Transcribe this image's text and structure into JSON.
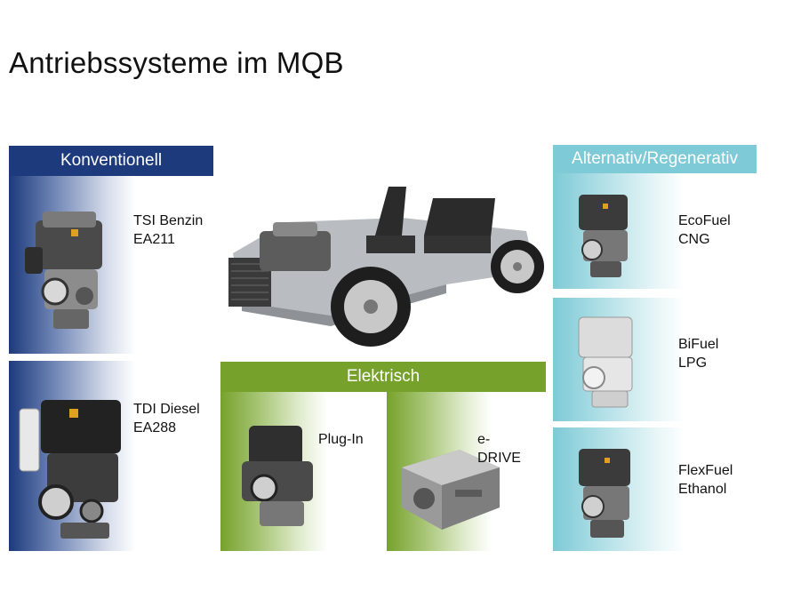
{
  "slide": {
    "title": "Antriebssysteme im MQB"
  },
  "colors": {
    "navy": "#1c3a7c",
    "green": "#76a22c",
    "cyan": "#7ecad6"
  },
  "conventional": {
    "header": "Konventionell",
    "items": [
      {
        "line1": "TSI Benzin",
        "line2": "EA211",
        "icon": "engine-icon"
      },
      {
        "line1": "TDI Diesel",
        "line2": "EA288",
        "icon": "engine-icon"
      }
    ]
  },
  "electric": {
    "header": "Elektrisch",
    "items": [
      {
        "line1": "Plug-In",
        "line2": "",
        "icon": "engine-icon"
      },
      {
        "line1": "e-",
        "line2": "DRIVE",
        "icon": "electric-motor-icon"
      }
    ]
  },
  "alternative": {
    "header": "Alternativ/Regenerativ",
    "items": [
      {
        "line1": "EcoFuel",
        "line2": "CNG",
        "icon": "engine-icon"
      },
      {
        "line1": "BiFuel",
        "line2": "LPG",
        "icon": "engine-icon"
      },
      {
        "line1": "FlexFuel",
        "line2": "Ethanol",
        "icon": "engine-icon"
      }
    ]
  },
  "platform": {
    "icon": "car-chassis-icon"
  }
}
